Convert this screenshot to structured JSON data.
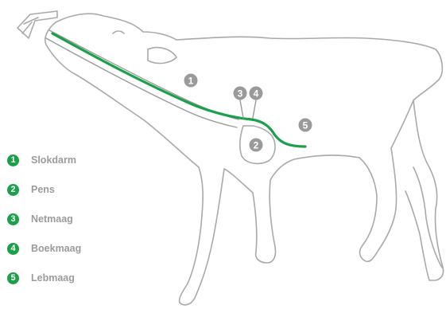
{
  "markers": [
    {
      "number": "1",
      "name": "Slokdarm"
    },
    {
      "number": "2",
      "name": "Pens"
    },
    {
      "number": "3",
      "name": "Netmaag"
    },
    {
      "number": "4",
      "name": "Boekmaag"
    },
    {
      "number": "5",
      "name": "Lebmaag"
    }
  ],
  "colors": {
    "accent": "#1aa048",
    "outline": "#a9a9a9",
    "marker": "#9a9a9a",
    "label": "#9b9b9b"
  }
}
